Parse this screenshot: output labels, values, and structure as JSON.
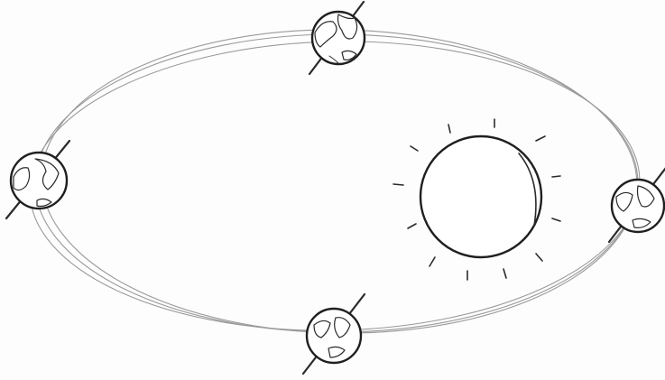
{
  "diagram": {
    "kind": "hand-drawn sketch",
    "subject": "earth-orbit-around-sun",
    "text_labels": [],
    "elements": {
      "orbit": {
        "icon": "ellipse-orbit",
        "strokes": 3
      },
      "sun": {
        "icon": "sun-icon",
        "ray_count": 12
      },
      "earth_positions": [
        {
          "id": "top",
          "icon": "earth-globe-icon",
          "axis_tilt": "tilted"
        },
        {
          "id": "left",
          "icon": "earth-globe-icon",
          "axis_tilt": "tilted"
        },
        {
          "id": "bottom",
          "icon": "earth-globe-icon",
          "axis_tilt": "tilted"
        },
        {
          "id": "right",
          "icon": "earth-globe-icon",
          "axis_tilt": "tilted"
        }
      ]
    },
    "colors": {
      "ink": "#2a2a2a",
      "orbit": "#9a9a9a",
      "paper": "#fdfdfd"
    }
  }
}
